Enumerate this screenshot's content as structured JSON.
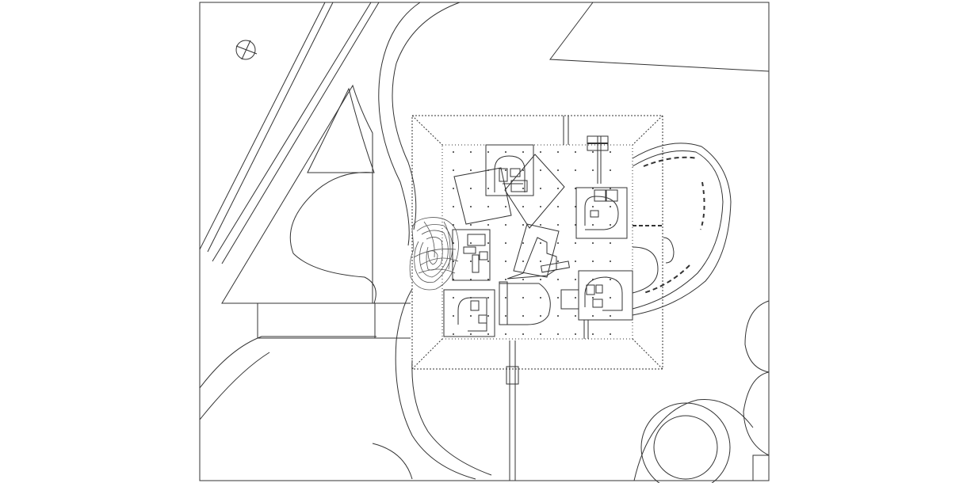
{
  "drawing": {
    "kind": "architectural site plan",
    "line_color": "#333333",
    "background": "#ffffff",
    "hatch_color": "#555555"
  },
  "elements": {
    "north_arrow": {
      "icon": "north-arrow-icon"
    },
    "pavilions": [
      "north-pavilion",
      "northeast-pavilion",
      "west-pavilion",
      "central-pavilion",
      "southwest-pavilion",
      "southeast-pavilion"
    ]
  }
}
